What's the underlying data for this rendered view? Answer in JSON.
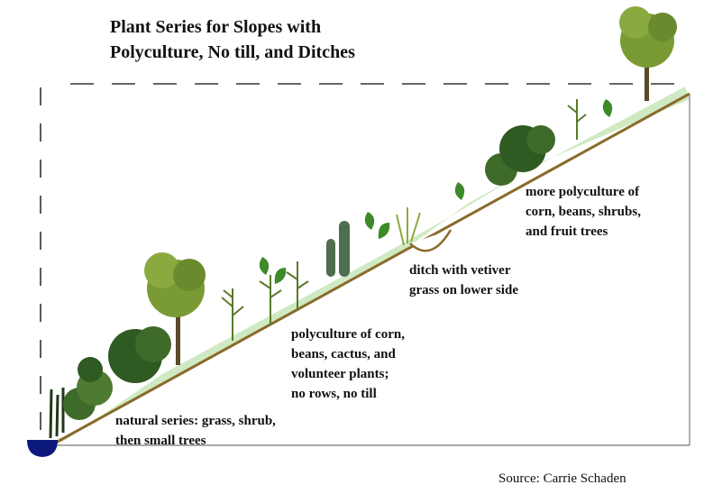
{
  "title": {
    "line1": "Plant Series for Slopes with",
    "line2": "Polyculture, No till, and Ditches"
  },
  "labels": {
    "more_polyculture": [
      "more polyculture of",
      "corn, beans, shrubs,",
      "and fruit trees"
    ],
    "ditch": [
      "ditch with vetiver",
      "grass on lower side"
    ],
    "polyculture": [
      "polyculture of corn,",
      "beans, cactus, and",
      "volunteer plants;",
      "no rows, no till"
    ],
    "natural_series": [
      "natural series: grass, shrub,",
      "then small trees"
    ]
  },
  "source": "Source: Carrie Schaden",
  "colors": {
    "slope": "#8a6a2a",
    "water": "#0b1a7a",
    "tree_foliage": "#7a9a35",
    "shrub": "#3f6b2a",
    "grass": "#7fc06a",
    "leaf": "#3c8a28",
    "cactus": "#4f6e4f",
    "line": "#333333"
  }
}
